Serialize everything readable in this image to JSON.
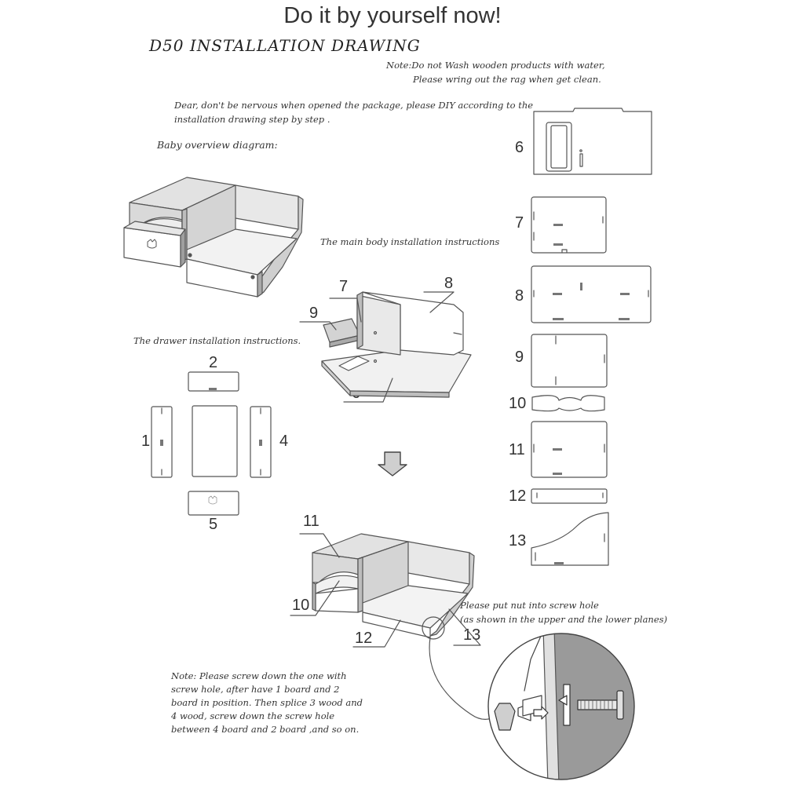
{
  "header": {
    "title": "Do it by yourself now!",
    "subtitle": "D50  INSTALLATION DRAWING"
  },
  "notes": {
    "top_line1": "Note:Do not Wash wooden products with water,",
    "top_line2": "Please wring out the rag when get clean.",
    "intro_line1": "Dear, don't be nervous when opened the package, please DIY according to the",
    "intro_line2": "installation drawing step by step .",
    "overview": "Baby overview diagram:",
    "main_body": "The main body installation instructions",
    "drawer": "The drawer installation instructions.",
    "nut_line1": "Please put nut into screw hole",
    "nut_line2": "(as shown in the upper and the lower planes)",
    "bottom_line1": "Note: Please screw down the one with",
    "bottom_line2": "screw hole, after have 1 board and 2",
    "bottom_line3": "board in position. Then splice 3 wood and",
    "bottom_line4": "4 wood, screw down the screw hole",
    "bottom_line5": "between 4 board and 2 board ,and so on."
  },
  "part_numbers": {
    "p1": "1",
    "p2": "2",
    "p3": "3",
    "p4": "4",
    "p5": "5",
    "p6": "6",
    "p7": "7",
    "p8": "8",
    "p9": "9",
    "p10": "10",
    "p11": "11",
    "p12": "12",
    "p13": "13"
  },
  "colors": {
    "line": "#555555",
    "panel_fill": "#ffffff",
    "shade": "#d8d8d8",
    "dark_shade": "#9a9a9a"
  }
}
